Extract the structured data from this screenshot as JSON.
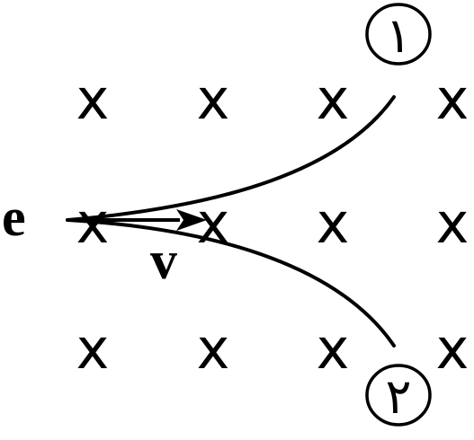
{
  "field": {
    "symbol": "x",
    "rows": 3,
    "cols": 4
  },
  "labels": {
    "particle": "e",
    "velocity": "v",
    "path1": "١",
    "path2": "٢"
  },
  "colors": {
    "ink": "#000000",
    "background": "#ffffff"
  }
}
